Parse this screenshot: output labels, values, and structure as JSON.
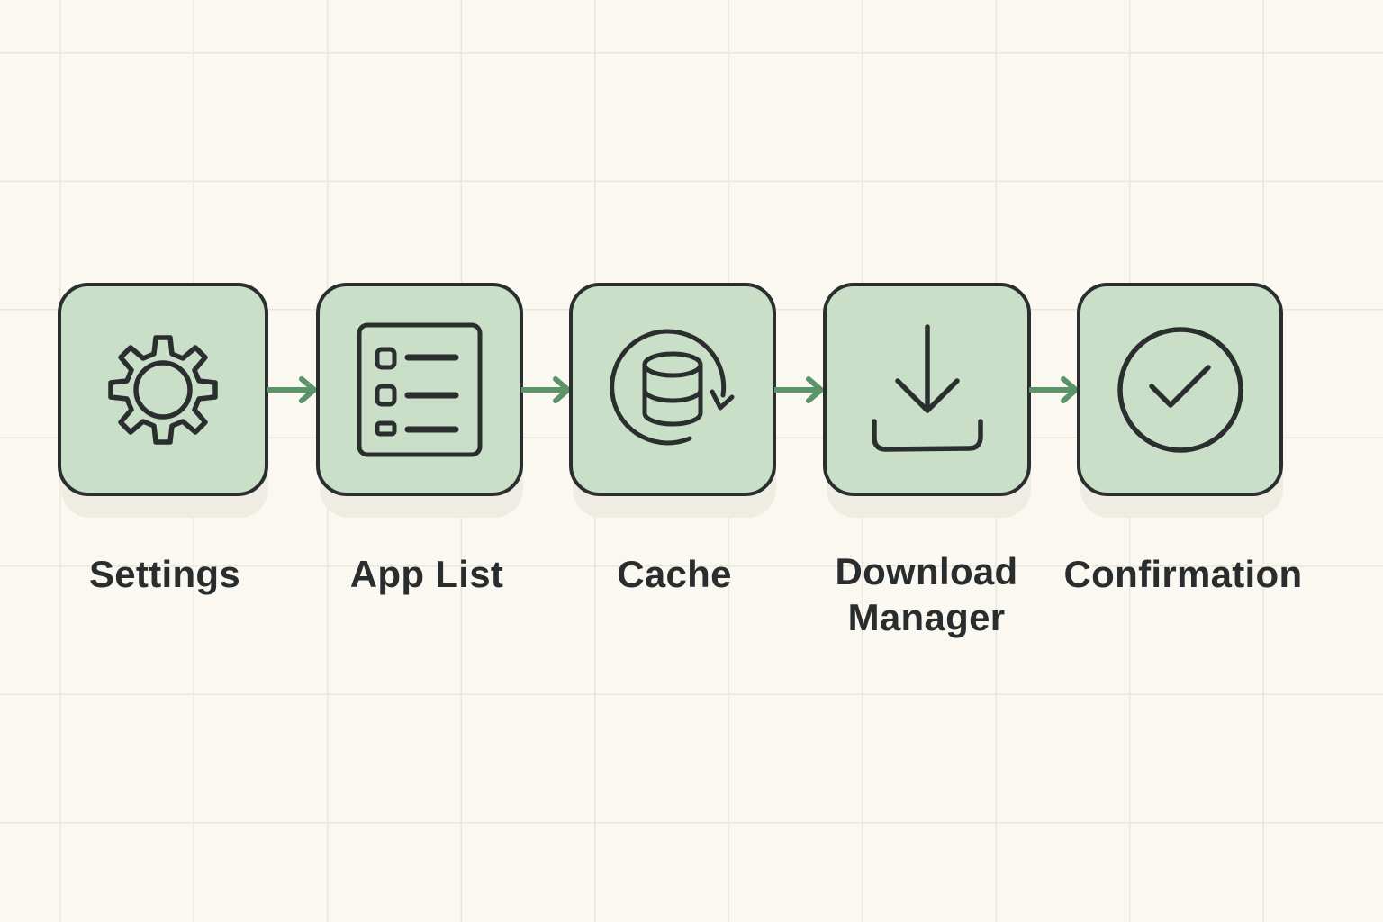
{
  "diagram": {
    "type": "linear-flow",
    "colors": {
      "background": "#faf8f0",
      "grid": "#e9e6dc",
      "node_fill": "#cadfc8",
      "node_stroke": "#2b2e2f",
      "arrow": "#5a9468",
      "label": "#2a2d2e"
    },
    "steps": [
      {
        "label": "Settings",
        "icon": "gear-icon"
      },
      {
        "label": "App List",
        "icon": "checklist-icon"
      },
      {
        "label": "Cache",
        "icon": "database-refresh-icon"
      },
      {
        "label": "Download Manager",
        "label_lines": [
          "Download",
          "Manager"
        ],
        "icon": "download-icon"
      },
      {
        "label": "Confirmation",
        "icon": "check-circle-icon"
      }
    ],
    "edges": [
      {
        "from": "Settings",
        "to": "App List"
      },
      {
        "from": "App List",
        "to": "Cache"
      },
      {
        "from": "Cache",
        "to": "Download Manager"
      },
      {
        "from": "Download Manager",
        "to": "Confirmation"
      }
    ]
  }
}
